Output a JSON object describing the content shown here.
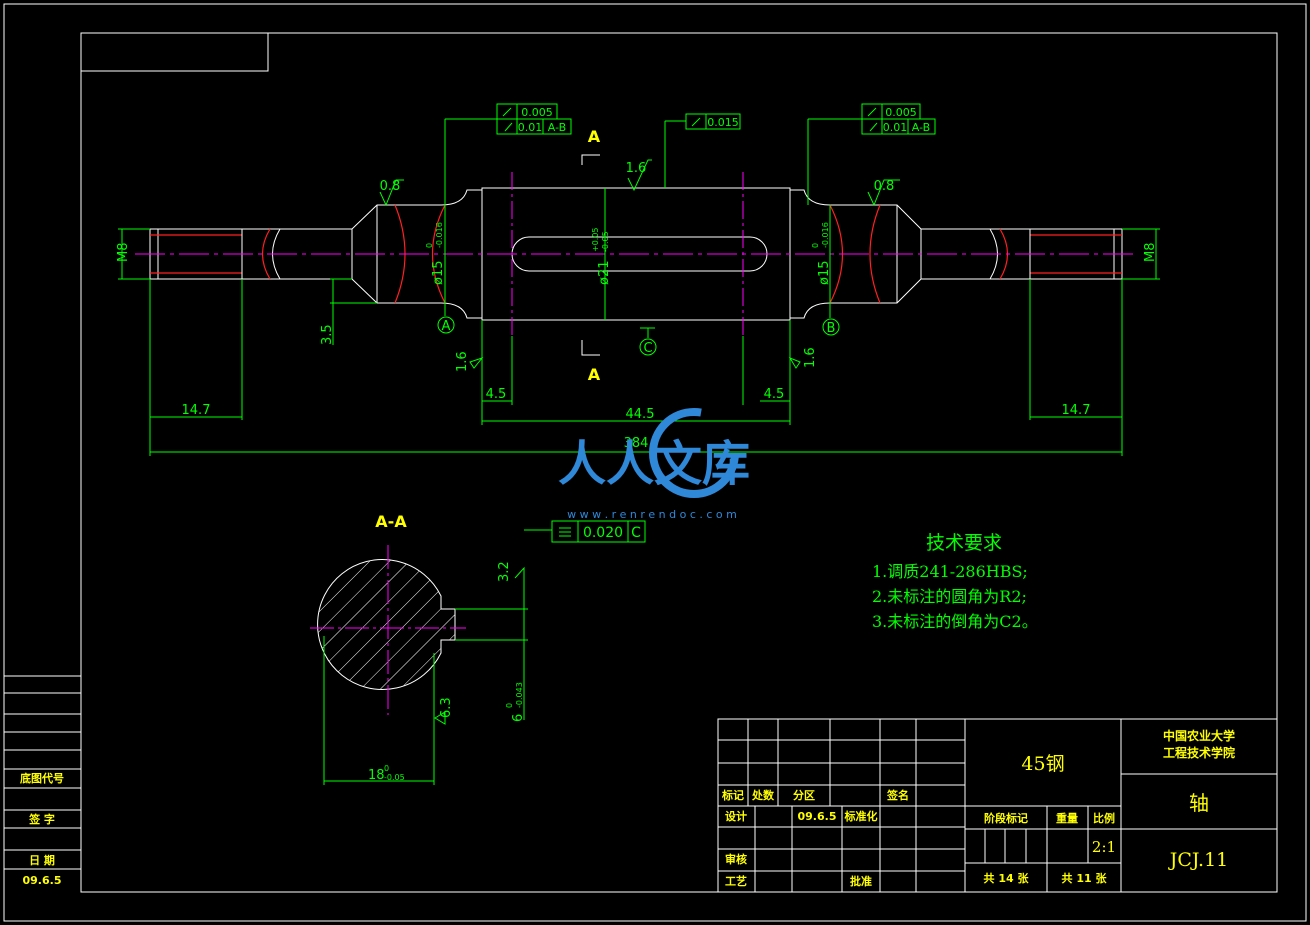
{
  "drawing": {
    "section_marker": "A",
    "section_title": "A-A",
    "datum_a": "A",
    "datum_b": "B",
    "datum_c": "C"
  },
  "dimensions": {
    "m8_left": "M8",
    "m8_right": "M8",
    "dia15_left": "ø15",
    "dia15_right": "ø15",
    "dia15_upper": "0",
    "dia15_lower": "-0.016",
    "dia21": "ø21",
    "dia21_upper": "+0.05",
    "dia21_lower": "-0.05",
    "len_14_7_left": "14.7",
    "len_14_7_right": "14.7",
    "len_44_5": "44.5",
    "len_384": "384",
    "len_4_5_left": "4.5",
    "len_4_5_right": "4.5",
    "len_3_5": "3.5",
    "section_18": "18",
    "section_18_upper": "0",
    "section_18_lower": "-0.05",
    "section_6": "6",
    "section_6_upper": "0",
    "section_6_lower": "-0.043"
  },
  "roughness": {
    "r0_8_left": "0.8",
    "r0_8_right": "0.8",
    "r1_6_top": "1.6",
    "r1_6_left": "1.6",
    "r1_6_right": "1.6",
    "r3_2": "3.2",
    "r6_3": "6.3"
  },
  "tolerances": {
    "left_runout": "0.005",
    "left_total": "0.01",
    "left_datum": "A-B",
    "right_runout": "0.005",
    "right_total": "0.01",
    "right_datum": "A-B",
    "top_runout": "0.015",
    "symmetry_value": "0.020",
    "symmetry_datum": "C"
  },
  "technical_requirements": {
    "title": "技术要求",
    "items": [
      "1.调质241-286HBS;",
      "2.未标注的圆角为R2;",
      "3.未标注的倒角为C2。"
    ]
  },
  "watermark": {
    "brand": "人人文库",
    "url": "w w w . r e n r e n d o c . c o m"
  },
  "title_block": {
    "material": "45钢",
    "school_line1": "中国农业大学",
    "school_line2": "工程技术学院",
    "part_name": "轴",
    "drawing_number": "JCJ.11",
    "scale": "2:1",
    "label_mark": "标记",
    "label_count": "处数",
    "label_zone": "分区",
    "label_sign": "签名",
    "label_design": "设计",
    "design_date": "09.6.5",
    "label_standard": "标准化",
    "label_stage": "阶段标记",
    "label_weight": "重量",
    "label_scale": "比例",
    "label_review": "审核",
    "label_process": "工艺",
    "label_approve": "批准",
    "total_sheets": "共 14 张",
    "sheet_number": "共 11 张"
  },
  "side_block": {
    "label_code": "底图代号",
    "label_signature": "签  字",
    "label_date": "日  期",
    "date_value": "09.6.5"
  }
}
